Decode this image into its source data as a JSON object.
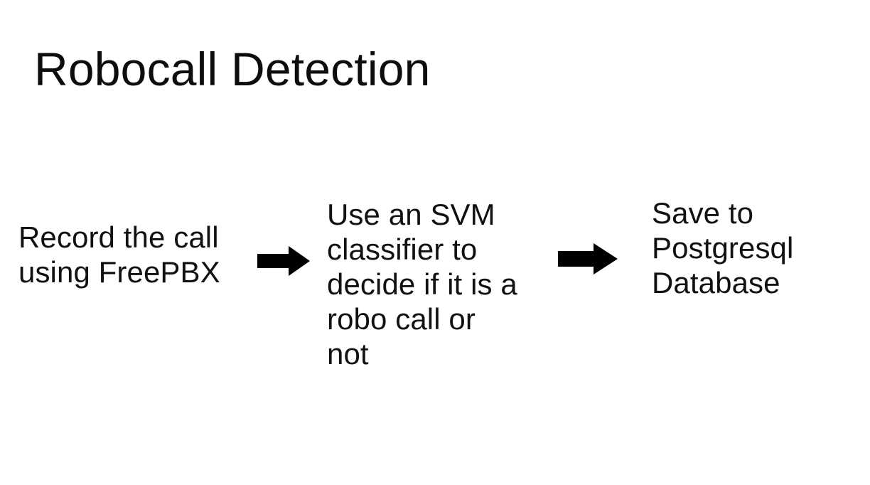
{
  "slide": {
    "title": "Robocall Detection",
    "background_color": "#ffffff",
    "text_color": "#111111",
    "arrow_color": "#000000"
  },
  "flow": {
    "steps": [
      {
        "id": "record-call",
        "lines": [
          "Record the call",
          "using FreePBX"
        ],
        "line_count": 2
      },
      {
        "id": "svm-classifier",
        "lines": [
          "Use an SVM",
          "classifier to",
          "decide if it is a",
          "robo call or",
          "not"
        ],
        "line_count": 5
      },
      {
        "id": "save-database",
        "lines": [
          "Save to",
          "Postgresql",
          "Database"
        ],
        "line_count": 3
      }
    ],
    "connectors": [
      {
        "id": "arrow-1",
        "icon": "arrow-right-icon",
        "from": "record-call",
        "to": "svm-classifier"
      },
      {
        "id": "arrow-2",
        "icon": "arrow-right-icon",
        "from": "svm-classifier",
        "to": "save-database"
      }
    ]
  }
}
